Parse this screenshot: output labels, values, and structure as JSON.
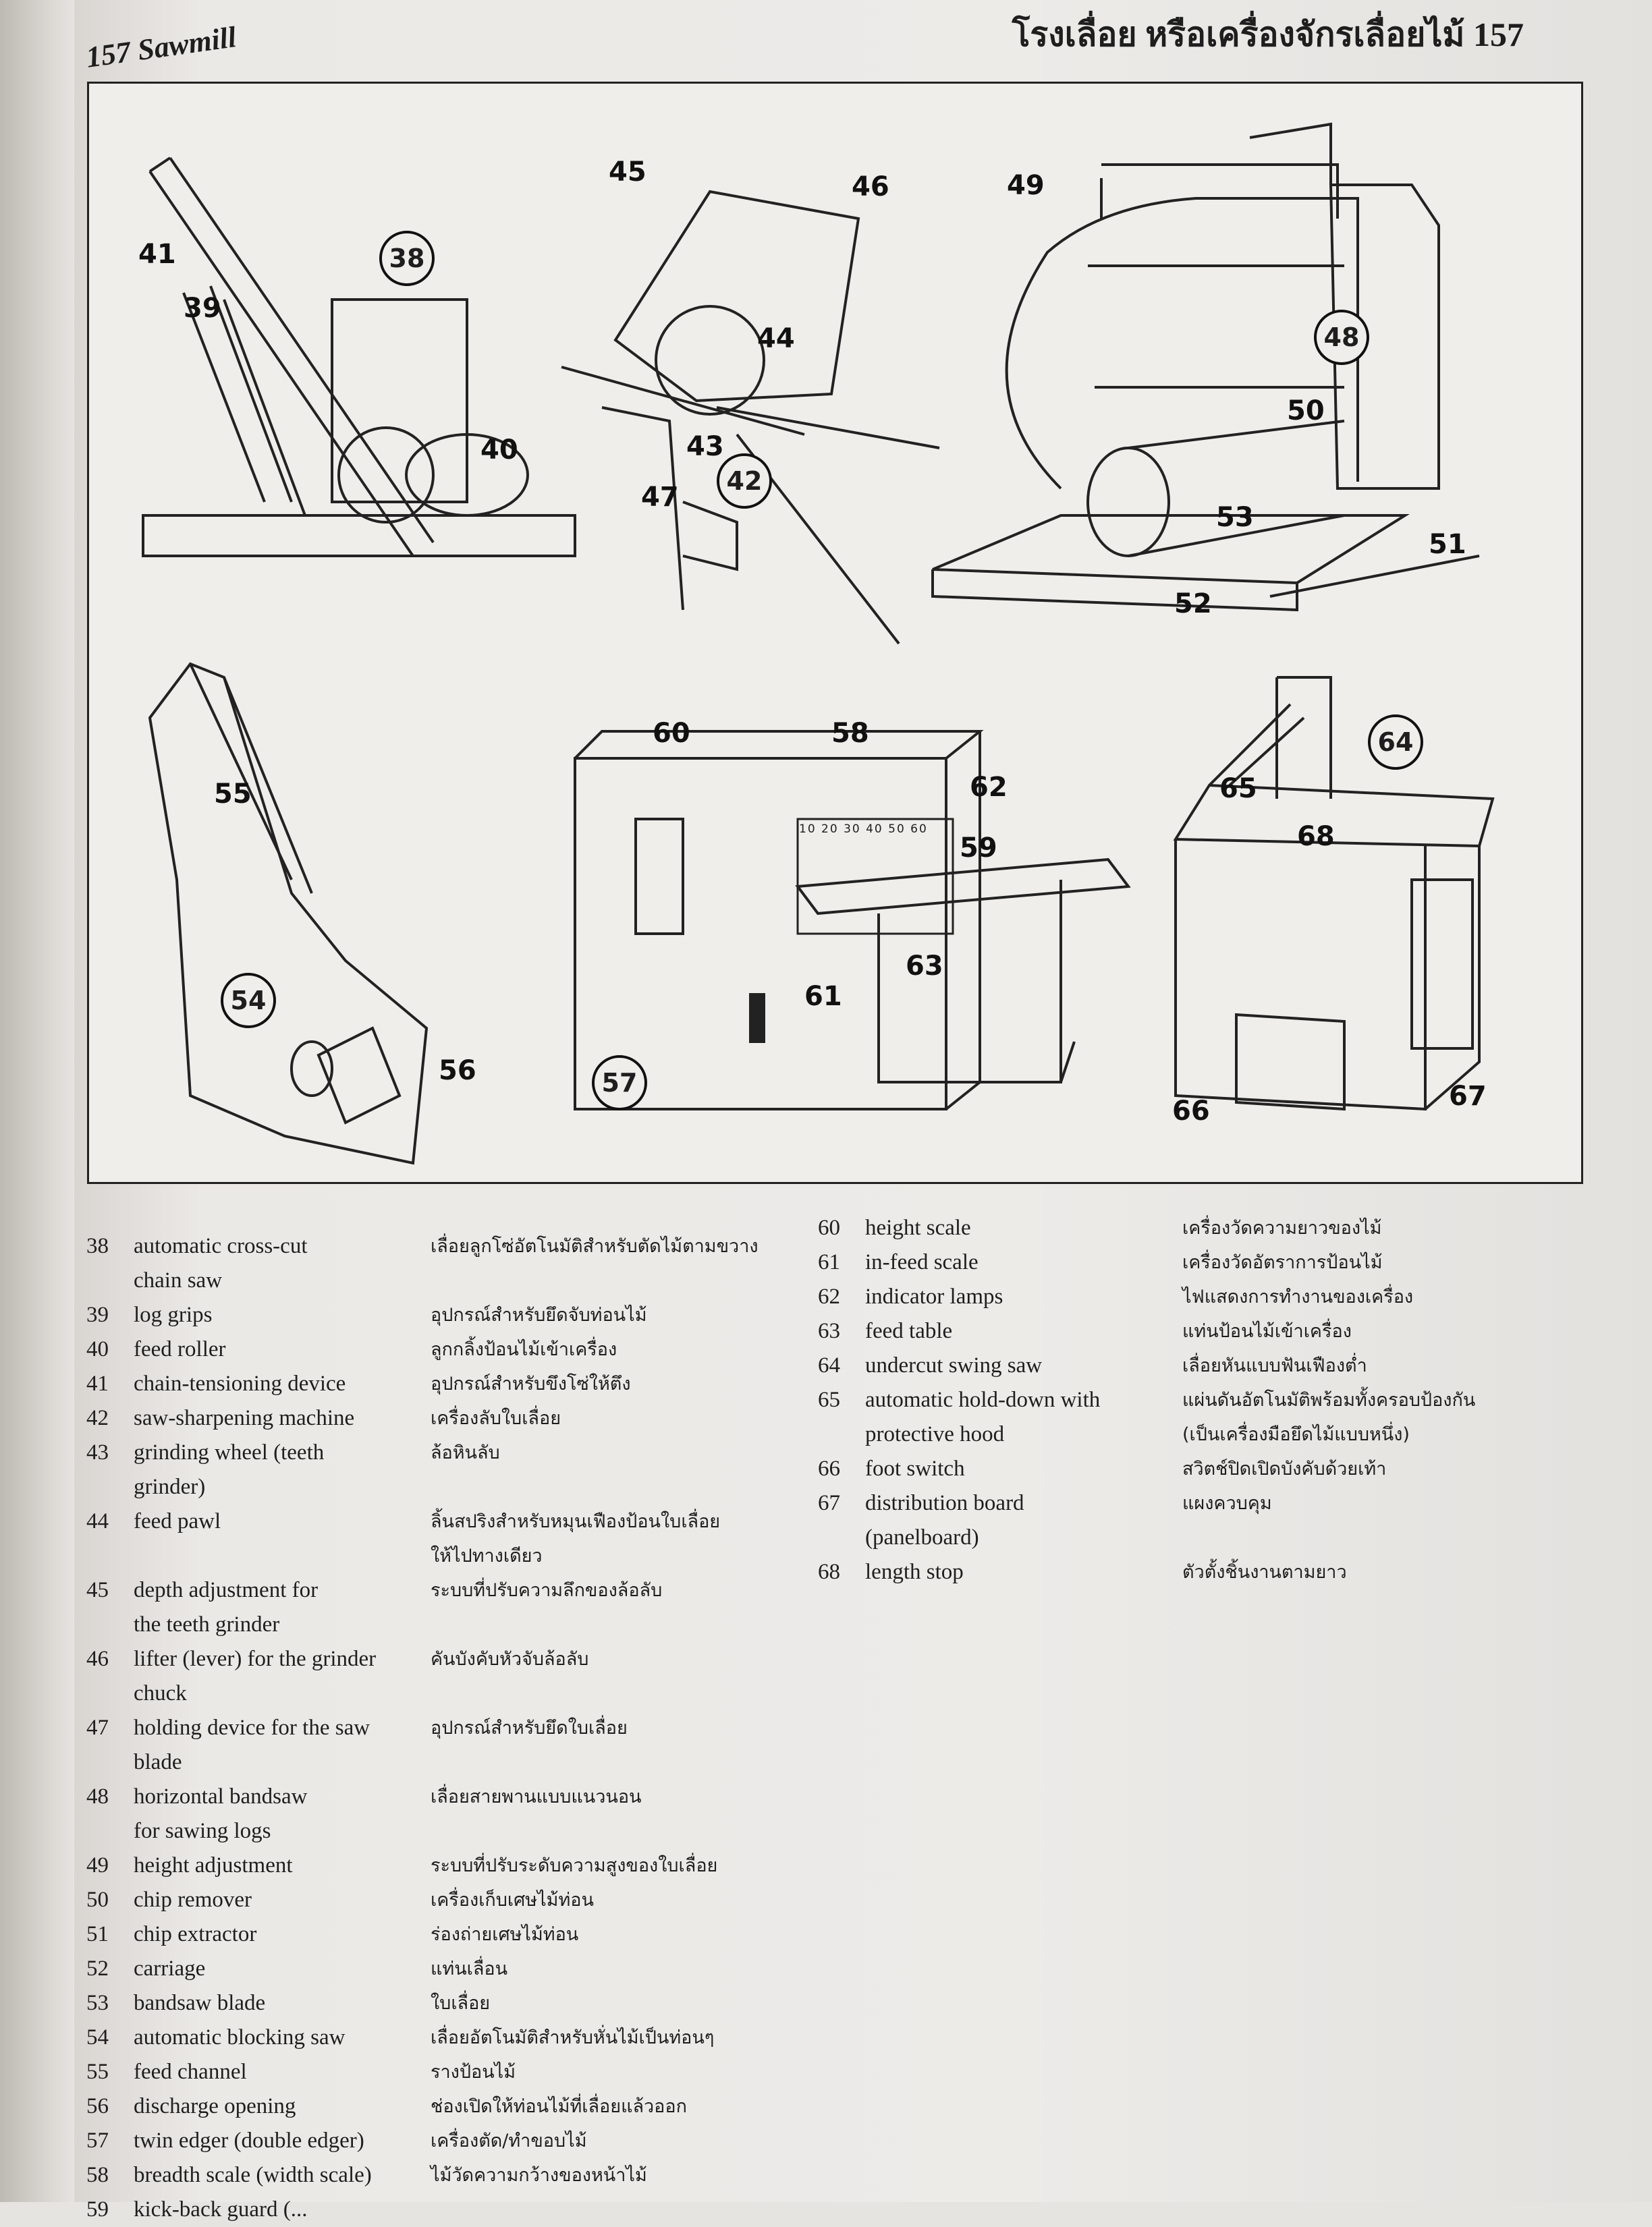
{
  "header": {
    "left": "157 Sawmill",
    "right": "โรงเลื่อย หรือเครื่องจักรเลื่อยไม้ 157"
  },
  "figure": {
    "callouts": [
      "38",
      "39",
      "40",
      "41",
      "42",
      "43",
      "44",
      "45",
      "46",
      "47",
      "48",
      "49",
      "50",
      "51",
      "52",
      "53",
      "54",
      "55",
      "56",
      "57",
      "58",
      "59",
      "60",
      "61",
      "62",
      "63",
      "64",
      "65",
      "66",
      "67",
      "68"
    ],
    "scale_ticks": "10 20 30 40 50 60"
  },
  "legend_left": [
    {
      "num": "38",
      "en": [
        "automatic cross-cut",
        "chain saw"
      ],
      "th": [
        "เลื่อยลูกโซ่อัตโนมัติสำหรับตัดไม้ตามขวาง"
      ]
    },
    {
      "num": "39",
      "en": [
        "log grips"
      ],
      "th": [
        "อุปกรณ์สำหรับยึดจับท่อนไม้"
      ]
    },
    {
      "num": "40",
      "en": [
        "feed roller"
      ],
      "th": [
        "ลูกกลิ้งป้อนไม้เข้าเครื่อง"
      ]
    },
    {
      "num": "41",
      "en": [
        "chain-tensioning device"
      ],
      "th": [
        "อุปกรณ์สำหรับขึงโซ่ให้ตึง"
      ]
    },
    {
      "num": "42",
      "en": [
        "saw-sharpening machine"
      ],
      "th": [
        "เครื่องลับใบเลื่อย"
      ]
    },
    {
      "num": "43",
      "en": [
        "grinding wheel (teeth",
        "grinder)"
      ],
      "th": [
        "ล้อหินลับ"
      ]
    },
    {
      "num": "44",
      "en": [
        "feed pawl"
      ],
      "th": [
        "ลิ้นสปริงสำหรับหมุนเฟืองป้อนใบเลื่อย",
        "ให้ไปทางเดียว"
      ]
    },
    {
      "num": "45",
      "en": [
        "depth adjustment for",
        "the teeth grinder"
      ],
      "th": [
        "ระบบที่ปรับความลึกของล้อลับ"
      ]
    },
    {
      "num": "46",
      "en": [
        "lifter (lever) for the grinder",
        "chuck"
      ],
      "th": [
        "คันบังคับหัวจับล้อลับ"
      ]
    },
    {
      "num": "47",
      "en": [
        "holding device for the saw",
        "blade"
      ],
      "th": [
        "อุปกรณ์สำหรับยึดใบเลื่อย"
      ]
    },
    {
      "num": "48",
      "en": [
        "horizontal bandsaw",
        "for sawing logs"
      ],
      "th": [
        "เลื่อยสายพานแบบแนวนอน"
      ]
    },
    {
      "num": "49",
      "en": [
        "height adjustment"
      ],
      "th": [
        "ระบบที่ปรับระดับความสูงของใบเลื่อย"
      ]
    },
    {
      "num": "50",
      "en": [
        "chip remover"
      ],
      "th": [
        "เครื่องเก็บเศษไม้ท่อน"
      ]
    },
    {
      "num": "51",
      "en": [
        "chip extractor"
      ],
      "th": [
        "ร่องถ่ายเศษไม้ท่อน"
      ]
    },
    {
      "num": "52",
      "en": [
        "carriage"
      ],
      "th": [
        "แท่นเลื่อน"
      ]
    },
    {
      "num": "53",
      "en": [
        "bandsaw blade"
      ],
      "th": [
        "ใบเลื่อย"
      ]
    },
    {
      "num": "54",
      "en": [
        "automatic blocking saw"
      ],
      "th": [
        "เลื่อยอัตโนมัติสำหรับหั่นไม้เป็นท่อนๆ"
      ]
    },
    {
      "num": "55",
      "en": [
        "feed channel"
      ],
      "th": [
        "รางป้อนไม้"
      ]
    },
    {
      "num": "56",
      "en": [
        "discharge opening"
      ],
      "th": [
        "ช่องเปิดให้ท่อนไม้ที่เลื่อยแล้วออก"
      ]
    },
    {
      "num": "57",
      "en": [
        "twin edger (double edger)"
      ],
      "th": [
        "เครื่องตัด/ทำขอบไม้"
      ]
    },
    {
      "num": "58",
      "en": [
        "breadth scale (width scale)"
      ],
      "th": [
        "ไม้วัดความกว้างของหน้าไม้"
      ]
    },
    {
      "num": "59",
      "en": [
        "kick-back guard (..."
      ],
      "th": [
        ""
      ]
    }
  ],
  "legend_right": [
    {
      "num": "60",
      "en": [
        "height scale"
      ],
      "th": [
        "เครื่องวัดความยาวของไม้"
      ]
    },
    {
      "num": "61",
      "en": [
        "in-feed scale"
      ],
      "th": [
        "เครื่องวัดอัตราการป้อนไม้"
      ]
    },
    {
      "num": "62",
      "en": [
        "indicator lamps"
      ],
      "th": [
        "ไฟแสดงการทำงานของเครื่อง"
      ]
    },
    {
      "num": "63",
      "en": [
        "feed table"
      ],
      "th": [
        "แท่นป้อนไม้เข้าเครื่อง"
      ]
    },
    {
      "num": "64",
      "en": [
        "undercut swing saw"
      ],
      "th": [
        "เลื่อยหันแบบฟันเฟืองต่ำ"
      ]
    },
    {
      "num": "65",
      "en": [
        "automatic hold-down with",
        "protective hood"
      ],
      "th": [
        "แผ่นดันอัตโนมัติพร้อมทั้งครอบป้องกัน",
        "(เป็นเครื่องมือยึดไม้แบบหนึ่ง)"
      ]
    },
    {
      "num": "66",
      "en": [
        "foot switch"
      ],
      "th": [
        "สวิตช์ปิดเปิดบังคับด้วยเท้า"
      ]
    },
    {
      "num": "67",
      "en": [
        "distribution board",
        "(panelboard)"
      ],
      "th": [
        "แผงควบคุม"
      ]
    },
    {
      "num": "68",
      "en": [
        "length stop"
      ],
      "th": [
        "ตัวตั้งชิ้นงานตามยาว"
      ]
    }
  ]
}
